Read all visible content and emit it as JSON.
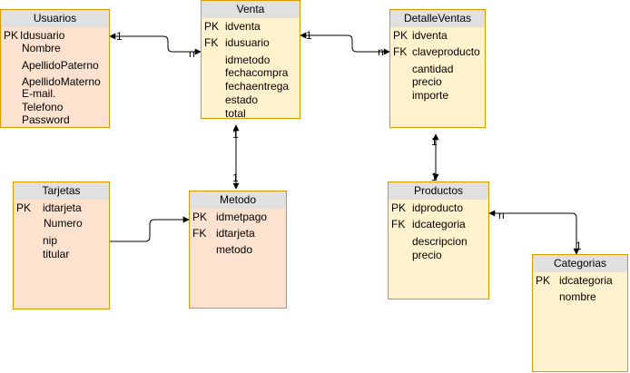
{
  "colors": {
    "body_orange": "#fde3cf",
    "body_yellow": "#fff2cc",
    "border": "#d79b00",
    "header": "#e0e0e0"
  },
  "entities": {
    "usuarios": {
      "title": "Usuarios",
      "rows": [
        {
          "key": "PK",
          "field": "Idusuario"
        },
        {
          "key": "",
          "field": "Nombre"
        },
        {
          "key": "",
          "field": "ApellidoPaterno"
        },
        {
          "key": "",
          "field": "ApellidoMaterno"
        },
        {
          "key": "",
          "field": "E-mail."
        },
        {
          "key": "",
          "field": "Telefono"
        },
        {
          "key": "",
          "field": "Password"
        }
      ]
    },
    "venta": {
      "title": "Venta",
      "rows": [
        {
          "key": "PK",
          "field": "idventa"
        },
        {
          "key": "FK",
          "field": "idusuario"
        },
        {
          "key": "",
          "field": "idmetodo"
        },
        {
          "key": "",
          "field": "fechacompra"
        },
        {
          "key": "",
          "field": "fechaentrega"
        },
        {
          "key": "",
          "field": "estado"
        },
        {
          "key": "",
          "field": "total"
        }
      ]
    },
    "detalleventas": {
      "title": "DetalleVentas",
      "rows": [
        {
          "key": "PK",
          "field": "idventa"
        },
        {
          "key": "FK",
          "field": "claveproducto"
        },
        {
          "key": "",
          "field": "cantidad"
        },
        {
          "key": "",
          "field": "precio"
        },
        {
          "key": "",
          "field": "importe"
        }
      ]
    },
    "tarjetas": {
      "title": "Tarjetas",
      "rows": [
        {
          "key": "PK",
          "field": "idtarjeta"
        },
        {
          "key": "",
          "field": "Numero"
        },
        {
          "key": "",
          "field": "nip"
        },
        {
          "key": "",
          "field": "titular"
        }
      ]
    },
    "metodo": {
      "title": "Metodo",
      "rows": [
        {
          "key": "PK",
          "field": "idmetpago"
        },
        {
          "key": "FK",
          "field": "idtarjeta"
        },
        {
          "key": "",
          "field": "metodo"
        }
      ]
    },
    "productos": {
      "title": "Productos",
      "rows": [
        {
          "key": "PK",
          "field": "idproducto"
        },
        {
          "key": "FK",
          "field": "idcategoria"
        },
        {
          "key": "",
          "field": "descripcion"
        },
        {
          "key": "",
          "field": "precio"
        }
      ]
    },
    "categorias": {
      "title": "Categorias",
      "rows": [
        {
          "key": "PK",
          "field": "idcategoria"
        },
        {
          "key": "",
          "field": "nombre"
        }
      ]
    }
  },
  "relations": [
    {
      "from": "usuarios",
      "to": "venta",
      "from_card": "1",
      "to_card": "n"
    },
    {
      "from": "venta",
      "to": "detalleventas",
      "from_card": "1",
      "to_card": "n"
    },
    {
      "from": "venta",
      "to": "metodo",
      "from_card": "1",
      "to_card": "1"
    },
    {
      "from": "detalleventas",
      "to": "productos",
      "from_card": "1",
      "to_card": "1"
    },
    {
      "from": "productos",
      "to": "categorias",
      "from_card": "n",
      "to_card": "1"
    },
    {
      "from": "tarjetas",
      "to": "metodo",
      "from_card": "",
      "to_card": ""
    }
  ]
}
